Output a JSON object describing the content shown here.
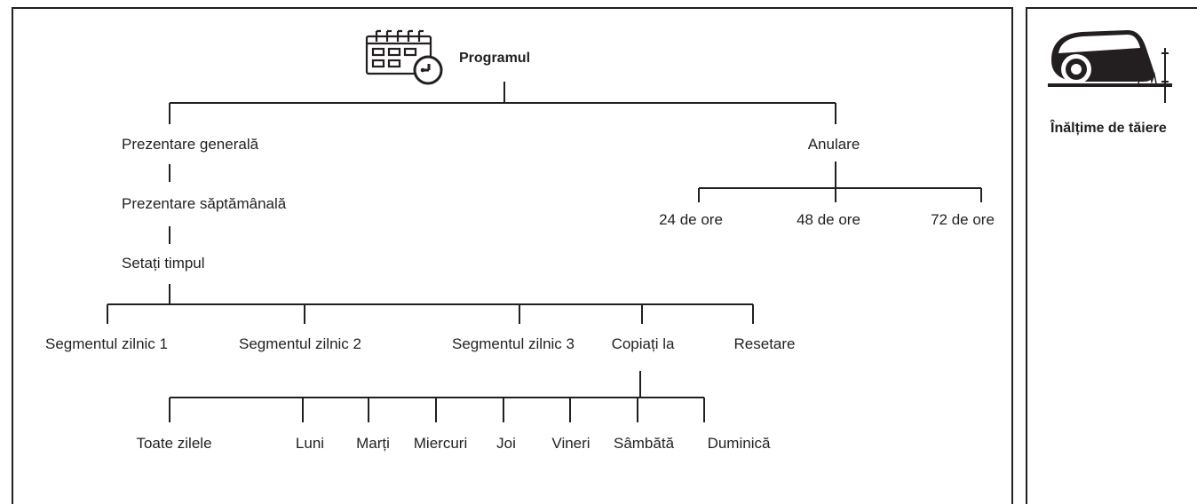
{
  "menu": {
    "root": "Programul",
    "overview": "Prezentare generală",
    "weekly_overview": "Prezentare săptămânală",
    "set_time": "Setați timpul",
    "cancel": "Anulare",
    "cancel_options": [
      "24 de ore",
      "48 de ore",
      "72 de ore"
    ],
    "segments": [
      "Segmentul zilnic 1",
      "Segmentul zilnic 2",
      "Segmentul zilnic 3"
    ],
    "copy_to": "Copiați la",
    "reset": "Resetare",
    "days": [
      "Toate zilele",
      "Luni",
      "Marți",
      "Miercuri",
      "Joi",
      "Vineri",
      "Sâmbătă",
      "Duminică"
    ]
  },
  "side": {
    "label": "Înălțime de tăiere"
  },
  "icons": [
    "calendar-clock-icon",
    "mower-cutting-height-icon"
  ]
}
